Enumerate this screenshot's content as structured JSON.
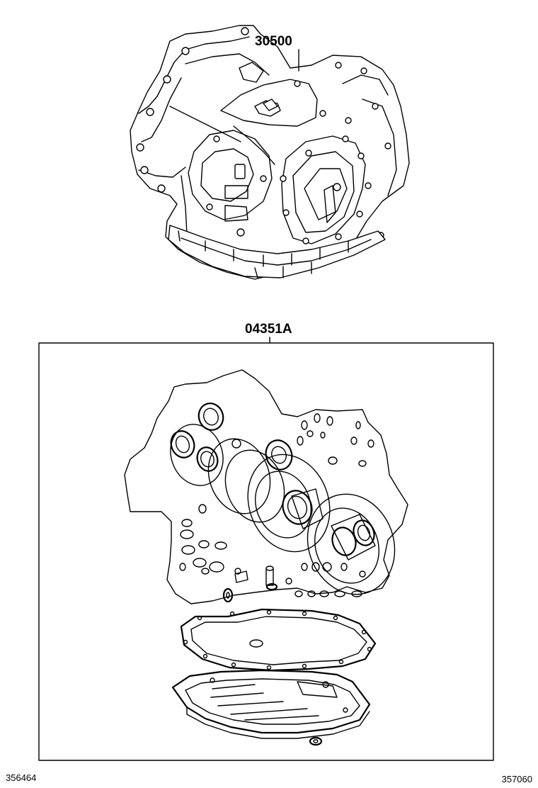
{
  "callouts": {
    "transaxle_part_no": "30500",
    "overhaul_kit_part_no": "04351A"
  },
  "footer": {
    "left_code": "356464",
    "right_code": "357060"
  }
}
